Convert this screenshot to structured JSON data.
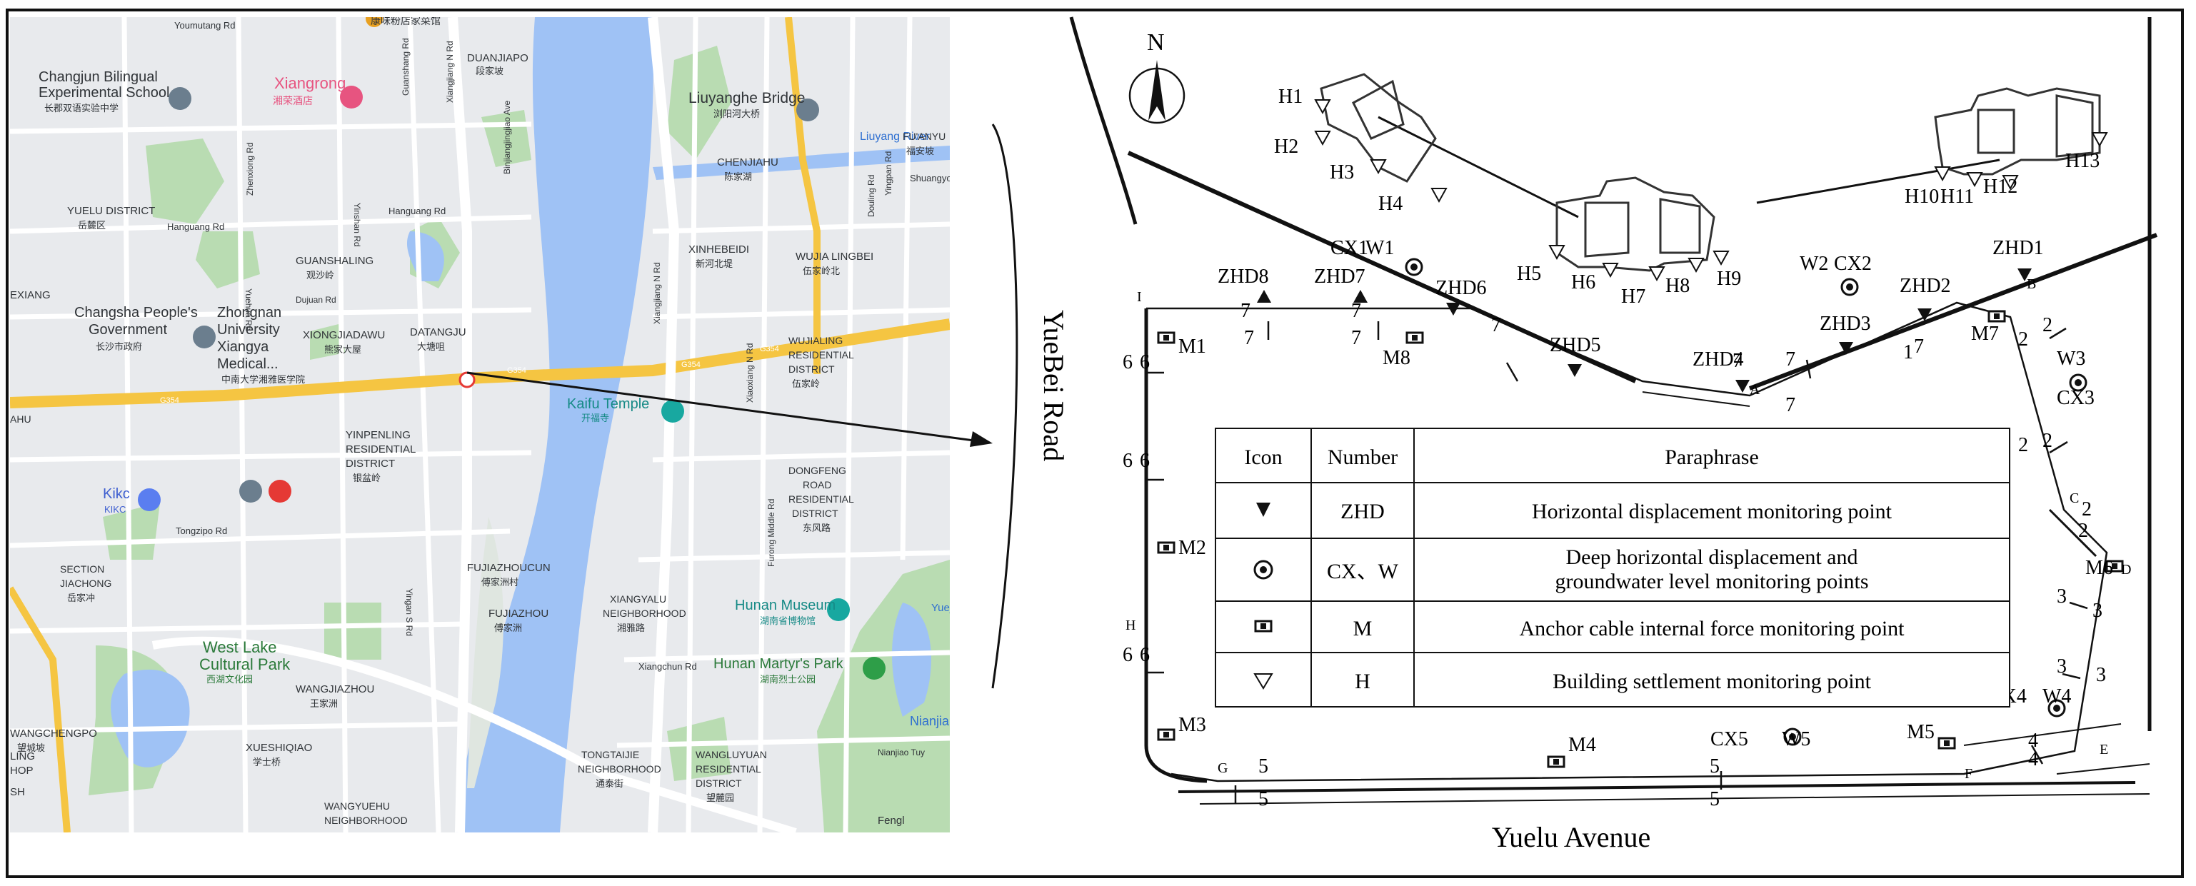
{
  "map": {
    "places": [
      {
        "id": "youmutang",
        "text": "Youmutang Rd"
      },
      {
        "id": "kangwei",
        "text": "康味粉店家菜馆"
      },
      {
        "id": "changjun1",
        "text": "Changjun Bilingual"
      },
      {
        "id": "changjun2",
        "text": "Experimental School"
      },
      {
        "id": "changjun_cn",
        "text": "长郡双语实验中学"
      },
      {
        "id": "xiangrong",
        "text": "Xiangrong"
      },
      {
        "id": "xiangrong_cn",
        "text": "湘荣酒店"
      },
      {
        "id": "duanjiapo",
        "text": "DUANJIAPO"
      },
      {
        "id": "duanjiapo_cn",
        "text": "段家坡"
      },
      {
        "id": "liuyanghe",
        "text": "Liuyanghe Bridge"
      },
      {
        "id": "liuyanghe_cn",
        "text": "浏阳河大桥"
      },
      {
        "id": "liuyang_river",
        "text": "Liuyang River"
      },
      {
        "id": "fuanyu",
        "text": "FU'ANYU"
      },
      {
        "id": "fuanyu_cn",
        "text": "福安坡"
      },
      {
        "id": "chenjiahu",
        "text": "CHENJIAHU"
      },
      {
        "id": "chenjiahu_cn",
        "text": "陈家湖"
      },
      {
        "id": "shuangyo",
        "text": "Shuangyo"
      },
      {
        "id": "yuelu",
        "text": "YUELU DISTRICT"
      },
      {
        "id": "yuelu_cn",
        "text": "岳麓区"
      },
      {
        "id": "hanguang1",
        "text": "Hanguang Rd"
      },
      {
        "id": "hanguang2",
        "text": "Hanguang Rd"
      },
      {
        "id": "guanshaling",
        "text": "GUANSHALING"
      },
      {
        "id": "guanshaling_cn",
        "text": "观沙岭"
      },
      {
        "id": "xinhebeidi",
        "text": "XINHEBEIDI"
      },
      {
        "id": "xinhebeidi_cn",
        "text": "新河北堤"
      },
      {
        "id": "wujialingbei",
        "text": "WUJIA LINGBEI"
      },
      {
        "id": "wujialingbei_cn",
        "text": "伍家岭北"
      },
      {
        "id": "duijuan",
        "text": "Dujuan Rd"
      },
      {
        "id": "exiang",
        "text": "EXIANG"
      },
      {
        "id": "changsha1",
        "text": "Changsha People's"
      },
      {
        "id": "changsha2",
        "text": "Government"
      },
      {
        "id": "changsha_cn",
        "text": "长沙市政府"
      },
      {
        "id": "zhongnan1",
        "text": "Zhongnan"
      },
      {
        "id": "zhongnan2",
        "text": "University"
      },
      {
        "id": "zhongnan3",
        "text": "Xiangya"
      },
      {
        "id": "zhongnan4",
        "text": "Medical..."
      },
      {
        "id": "zhongnan_cn",
        "text": "中南大学湘雅医学院"
      },
      {
        "id": "xiongjiadawu",
        "text": "XIONGJIADAWU"
      },
      {
        "id": "xiongjiadawu_cn",
        "text": "熊家大屋"
      },
      {
        "id": "datangju",
        "text": "DATANGJU"
      },
      {
        "id": "datangju_cn",
        "text": "大塘咀"
      },
      {
        "id": "wujialing1",
        "text": "WUJIALING"
      },
      {
        "id": "wujialing2",
        "text": "RESIDENTIAL"
      },
      {
        "id": "wujialing3",
        "text": "DISTRICT"
      },
      {
        "id": "wujialing_cn",
        "text": "伍家岭"
      },
      {
        "id": "g354a",
        "text": "G354"
      },
      {
        "id": "g354b",
        "text": "G354"
      },
      {
        "id": "g354c",
        "text": "G354"
      },
      {
        "id": "g354d",
        "text": "G354"
      },
      {
        "id": "kaifu",
        "text": "Kaifu Temple"
      },
      {
        "id": "kaifu_cn",
        "text": "开福寺"
      },
      {
        "id": "yinpenling1",
        "text": "YINPENLING"
      },
      {
        "id": "yinpenling2",
        "text": "RESIDENTIAL"
      },
      {
        "id": "yinpenling3",
        "text": "DISTRICT"
      },
      {
        "id": "yinpenling_cn",
        "text": "银盆岭"
      },
      {
        "id": "ahu",
        "text": "AHU"
      },
      {
        "id": "kikc",
        "text": "Kikc"
      },
      {
        "id": "kikc_cn",
        "text": "KIKC"
      },
      {
        "id": "tongzipo",
        "text": "Tongzipo Rd"
      },
      {
        "id": "dongfeng1",
        "text": "DONGFENG"
      },
      {
        "id": "dongfeng2",
        "text": "ROAD"
      },
      {
        "id": "dongfeng3",
        "text": "RESIDENTIAL"
      },
      {
        "id": "dongfeng4",
        "text": "DISTRICT"
      },
      {
        "id": "dongfeng_cn",
        "text": "东风路"
      },
      {
        "id": "section1",
        "text": "SECTION"
      },
      {
        "id": "section2",
        "text": "JIACHONG"
      },
      {
        "id": "section_cn",
        "text": "岳家冲"
      },
      {
        "id": "fujiazhoucun",
        "text": "FUJIAZHOUCUN"
      },
      {
        "id": "fujiazhoucun_cn",
        "text": "傅家洲村"
      },
      {
        "id": "fujiazhou",
        "text": "FUJIAZHOU"
      },
      {
        "id": "fujiazhou_cn",
        "text": "傅家洲"
      },
      {
        "id": "xiangyalu1",
        "text": "XIANGYALU"
      },
      {
        "id": "xiangyalu2",
        "text": "NEIGHBORHOOD"
      },
      {
        "id": "xiangyalu_cn",
        "text": "湘雅路"
      },
      {
        "id": "hunanmuseum",
        "text": "Hunan Museum"
      },
      {
        "id": "hunanmuseum_cn",
        "text": "湖南省博物馆"
      },
      {
        "id": "martyr",
        "text": "Hunan Martyr's Park"
      },
      {
        "id": "martyr_cn",
        "text": "湖南烈士公园"
      },
      {
        "id": "yuej",
        "text": "Yuej"
      },
      {
        "id": "westlake1",
        "text": "West Lake"
      },
      {
        "id": "westlake2",
        "text": "Cultural Park"
      },
      {
        "id": "westlake_cn",
        "text": "西湖文化园"
      },
      {
        "id": "wangjiazhou",
        "text": "WANGJIAZHOU"
      },
      {
        "id": "wangjiazhou_cn",
        "text": "王家洲"
      },
      {
        "id": "xiangchun",
        "text": "Xiangchun Rd"
      },
      {
        "id": "wangchengpo",
        "text": "WANGCHENGPO"
      },
      {
        "id": "wangchengpo_cn",
        "text": "望城坡"
      },
      {
        "id": "xueshiqiao",
        "text": "XUESHIQIAO"
      },
      {
        "id": "xueshiqiao_cn",
        "text": "学士桥"
      },
      {
        "id": "tongtaijie1",
        "text": "TONGTAIJIE"
      },
      {
        "id": "tongtaijie2",
        "text": "NEIGHBORHOOD"
      },
      {
        "id": "tongtaijie_cn",
        "text": "通泰街"
      },
      {
        "id": "wangluyuan1",
        "text": "WANGLUYUAN"
      },
      {
        "id": "wangluyuan2",
        "text": "RESIDENTIAL"
      },
      {
        "id": "wangluyuan3",
        "text": "DISTRICT"
      },
      {
        "id": "wangluyuan_cn",
        "text": "望麓园"
      },
      {
        "id": "nianjia",
        "text": "Nianjia L"
      },
      {
        "id": "nianjiatu",
        "text": "Nianjiao Tuy"
      },
      {
        "id": "wangyuehu1",
        "text": "WANGYUEHU"
      },
      {
        "id": "wangyuehu2",
        "text": "NEIGHBORHOOD"
      },
      {
        "id": "fengl",
        "text": "Fengl"
      },
      {
        "id": "hop",
        "text": "HOP"
      },
      {
        "id": "ling",
        "text": "LING"
      },
      {
        "id": "sh",
        "text": "SH"
      },
      {
        "id": "zhenxiong",
        "text": "Zhenxiong Rd"
      },
      {
        "id": "yinshan",
        "text": "Yinshan Rd"
      },
      {
        "id": "yuehua",
        "text": "Yuehua Rd"
      },
      {
        "id": "guanshang",
        "text": "Guanshang Rd"
      },
      {
        "id": "bingjiang",
        "text": "Binjiangjingjiao Ave"
      },
      {
        "id": "xiangjiangN1",
        "text": "Xiangjiang N Rd"
      },
      {
        "id": "xiangjiangN2",
        "text": "Xiangjiang N Rd"
      },
      {
        "id": "xiaoxiang",
        "text": "Xiaoxiang N Rd"
      },
      {
        "id": "furong",
        "text": "Furong Middle Rd"
      },
      {
        "id": "yingpan",
        "text": "Yingpan Rd"
      },
      {
        "id": "douling",
        "text": "Douling Rd"
      },
      {
        "id": "yingan",
        "text": "Yingan S Rd"
      }
    ]
  },
  "plan": {
    "north": "N",
    "roads": {
      "west": "YueBei Road",
      "south": "Yuelu Avenue"
    },
    "buildings": [
      "H1",
      "H2",
      "H3",
      "H4",
      "H5",
      "H6",
      "H7",
      "H8",
      "H9",
      "H10",
      "H11",
      "H12",
      "H13"
    ],
    "zhd": [
      "ZHD1",
      "ZHD2",
      "ZHD3",
      "ZHD4",
      "ZHD5",
      "ZHD6",
      "ZHD7",
      "ZHD8"
    ],
    "cxw": [
      "CX1",
      "W1",
      "W2",
      "CX2",
      "W3",
      "CX3",
      "CX4",
      "W4",
      "CX5",
      "W5"
    ],
    "anchors": [
      "M1",
      "M2",
      "M3",
      "M4",
      "M5",
      "M6",
      "M7",
      "M8"
    ],
    "corners": [
      "I",
      "H",
      "G",
      "F",
      "E",
      "D",
      "C",
      "B",
      "A"
    ],
    "sections": [
      "7",
      "7",
      "7",
      "7",
      "7",
      "7",
      "7",
      "7",
      "7",
      "6",
      "6",
      "6",
      "6",
      "6",
      "6",
      "5",
      "5",
      "5",
      "5",
      "4",
      "4",
      "3",
      "3",
      "3",
      "3",
      "2",
      "2",
      "2",
      "2",
      "2",
      "2",
      "1"
    ],
    "legend": {
      "headers": [
        "Icon",
        "Number",
        "Paraphrase"
      ],
      "rows": [
        {
          "number": "ZHD",
          "text1": "Horizontal displacement monitoring point",
          "text2": ""
        },
        {
          "number": "CX、W",
          "text1": "Deep horizontal displacement and",
          "text2": "groundwater level monitoring points"
        },
        {
          "number": "M",
          "text1": "Anchor cable internal force monitoring point",
          "text2": ""
        },
        {
          "number": "H",
          "text1": "Building settlement monitoring point",
          "text2": ""
        }
      ]
    }
  }
}
